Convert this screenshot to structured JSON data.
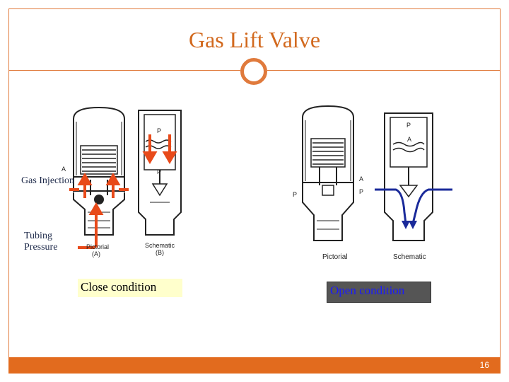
{
  "slide": {
    "title": "Gas Lift Valve",
    "page_number": "16"
  },
  "left_diagram": {
    "labels": {
      "gas_injection": "Gas Injection",
      "tubing_pressure": "Tubing Pressure",
      "condition": "Close condition",
      "pictorial": "Pictorial",
      "pictorial_sub": "(A)",
      "schematic": "Schematic",
      "schematic_sub": "(B)",
      "ab": "A",
      "pb": "P",
      "pc": "P"
    }
  },
  "right_diagram": {
    "labels": {
      "condition": "Open condition",
      "pictorial": "Pictorial",
      "schematic": "Schematic",
      "ab": "A",
      "ac": "A",
      "pt": "P",
      "pb": "P"
    }
  },
  "colors": {
    "accent": "#e07a3c",
    "arrow_red": "#e84a1a",
    "arrow_blue": "#1a2a9a",
    "footer": "#e26b1e"
  }
}
